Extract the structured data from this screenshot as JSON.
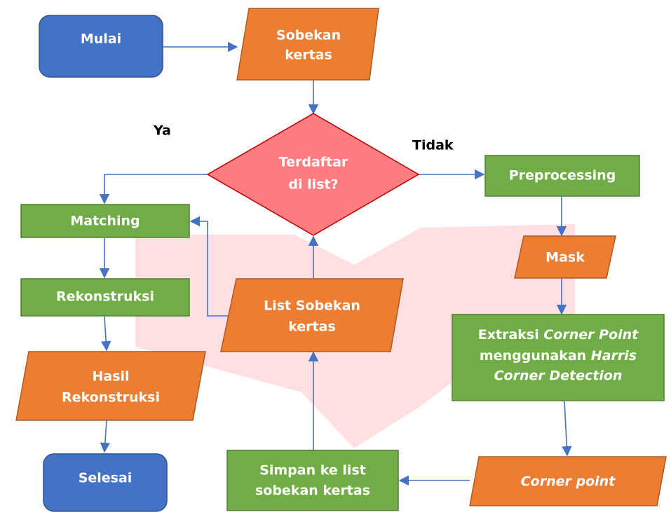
{
  "nodes": {
    "mulai": {
      "label": "Mulai"
    },
    "sobekan_kertas": {
      "line1": "Sobekan",
      "line2": "kertas"
    },
    "terdaftar": {
      "line1": "Terdaftar",
      "line2": "di list?"
    },
    "preprocessing": {
      "label": "Preprocessing"
    },
    "mask": {
      "label": "Mask"
    },
    "extraksi": {
      "line1_a": "Extraksi ",
      "line1_b": "Corner Point",
      "line2_a": "menggunakan ",
      "line2_b": "Harris",
      "line3": "Corner Detection"
    },
    "corner_point": {
      "label": "Corner point"
    },
    "simpan": {
      "line1": "Simpan ke list",
      "line2": "sobekan kertas"
    },
    "list_sobekan": {
      "line1": "List Sobekan",
      "line2": "kertas"
    },
    "matching": {
      "label": "Matching"
    },
    "rekonstruksi": {
      "label": "Rekonstruksi"
    },
    "hasil": {
      "line1": "Hasil",
      "line2": "Rekonstruksi"
    },
    "selesai": {
      "label": "Selesai"
    }
  },
  "branch_labels": {
    "yes": "Ya",
    "no": "Tidak"
  },
  "colors": {
    "terminal": "#4472C4",
    "io": "#ED7D31",
    "process": "#70AD47",
    "decision": "#FF7C80",
    "arrow": "#4472C4",
    "watermark": "#FFE0E2"
  }
}
